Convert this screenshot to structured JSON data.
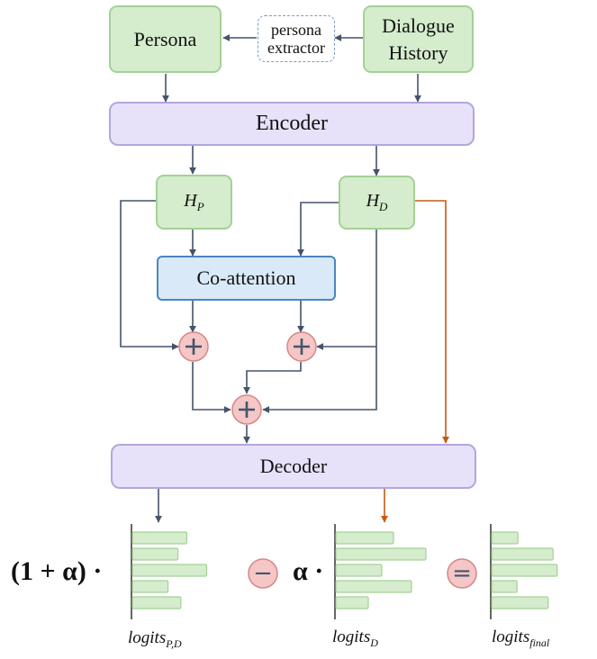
{
  "nodes": {
    "persona": "Persona",
    "persona_extractor_line1": "persona",
    "persona_extractor_line2": "extractor",
    "dialogue_history_line1": "Dialogue",
    "dialogue_history_line2": "History",
    "encoder": "Encoder",
    "hp_base": "H",
    "hp_sub": "P",
    "hd_base": "H",
    "hd_sub": "D",
    "co_attention": "Co-attention",
    "decoder": "Decoder"
  },
  "equation": {
    "coef_left": "(1 + α) ·",
    "minus": "−",
    "alpha_dot": "α ·",
    "equals": "="
  },
  "logits_labels": {
    "pd_base": "logits",
    "pd_sub": "P,D",
    "d_base": "logits",
    "d_sub": "D",
    "final_base": "logits",
    "final_sub": "final"
  },
  "colors": {
    "arrow": "#44546a",
    "highlight_arrow": "#c55a11",
    "bar_fill": "#d5eccd",
    "bar_stroke": "#a4d196",
    "op_fill": "#f4c6c6",
    "op_stroke": "#d98585"
  },
  "bar_sets": {
    "pd": [
      0.55,
      0.46,
      0.75,
      0.36,
      0.49
    ],
    "d": [
      0.64,
      1.0,
      0.51,
      0.84,
      0.36
    ],
    "final": [
      0.32,
      0.75,
      0.8,
      0.31,
      0.69
    ]
  }
}
